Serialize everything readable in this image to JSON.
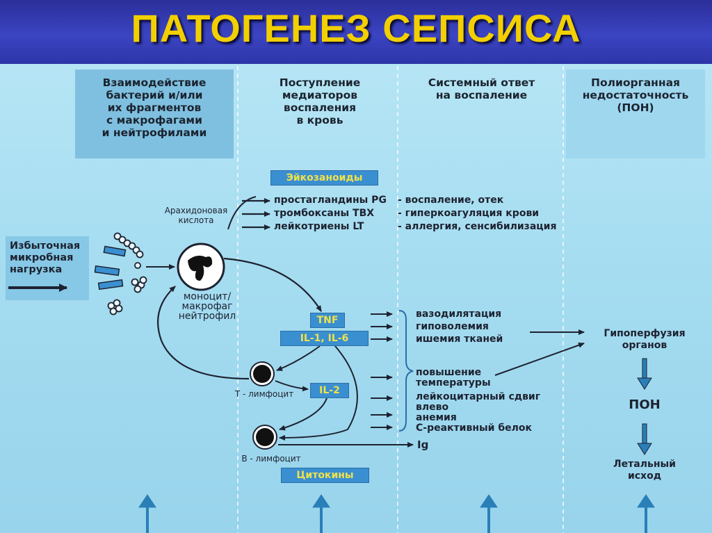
{
  "title": "ПАТОГЕНЕЗ СЕПСИСА",
  "columns": {
    "c1": [
      "Взаимодействие",
      "бактерий и/или",
      "их фрагментов",
      "с макрофагами",
      "и нейтрофилами"
    ],
    "c2": [
      "Поступление",
      "медиаторов",
      "воспаления",
      "в кровь"
    ],
    "c3": [
      "Системный ответ",
      "на воспаление"
    ],
    "c4": [
      "Полиорганная",
      "недостаточность",
      "(ПОН)"
    ]
  },
  "left_label": [
    "Избыточная",
    "микробная",
    "нагрузка"
  ],
  "arachidonic": [
    "Арахидоновая",
    "кислота"
  ],
  "monocyte": [
    "моноцит/",
    "макрофаг",
    "нейтрофил"
  ],
  "t_lymph": "Т - лимфоцит",
  "b_lymph": "В - лимфоцит",
  "boxes": {
    "eicosanoids": "Эйкозаноиды",
    "tnf": "TNF",
    "il16": "IL-1, IL-6",
    "il2": "IL-2",
    "cytokines": "Цитокины"
  },
  "mediators": [
    {
      "name": "простагландины PG",
      "effect": "- воспаление, отек"
    },
    {
      "name": "тромбоксаны ТВХ",
      "effect": "- гиперкоагуляция крови"
    },
    {
      "name": "лейкотриены LT",
      "effect": "- аллергия, сенсибилизация"
    }
  ],
  "effects": [
    "вазодилятация",
    "гиповолемия",
    "ишемия тканей",
    "повышение",
    "температуры",
    "лейкоцитарный сдвиг",
    "влево",
    "анемия",
    "С-реактивный белок"
  ],
  "ig": "Ig",
  "hypo": [
    "Гипоперфузия",
    "органов"
  ],
  "pon": "ПОН",
  "lethal": [
    "Летальный",
    "исход"
  ],
  "colors": {
    "title": "#f2d000",
    "title_bg": "#3b44c2",
    "box": "#3a8fd0",
    "box_text": "#f0e24a",
    "line": "#1d2230"
  }
}
